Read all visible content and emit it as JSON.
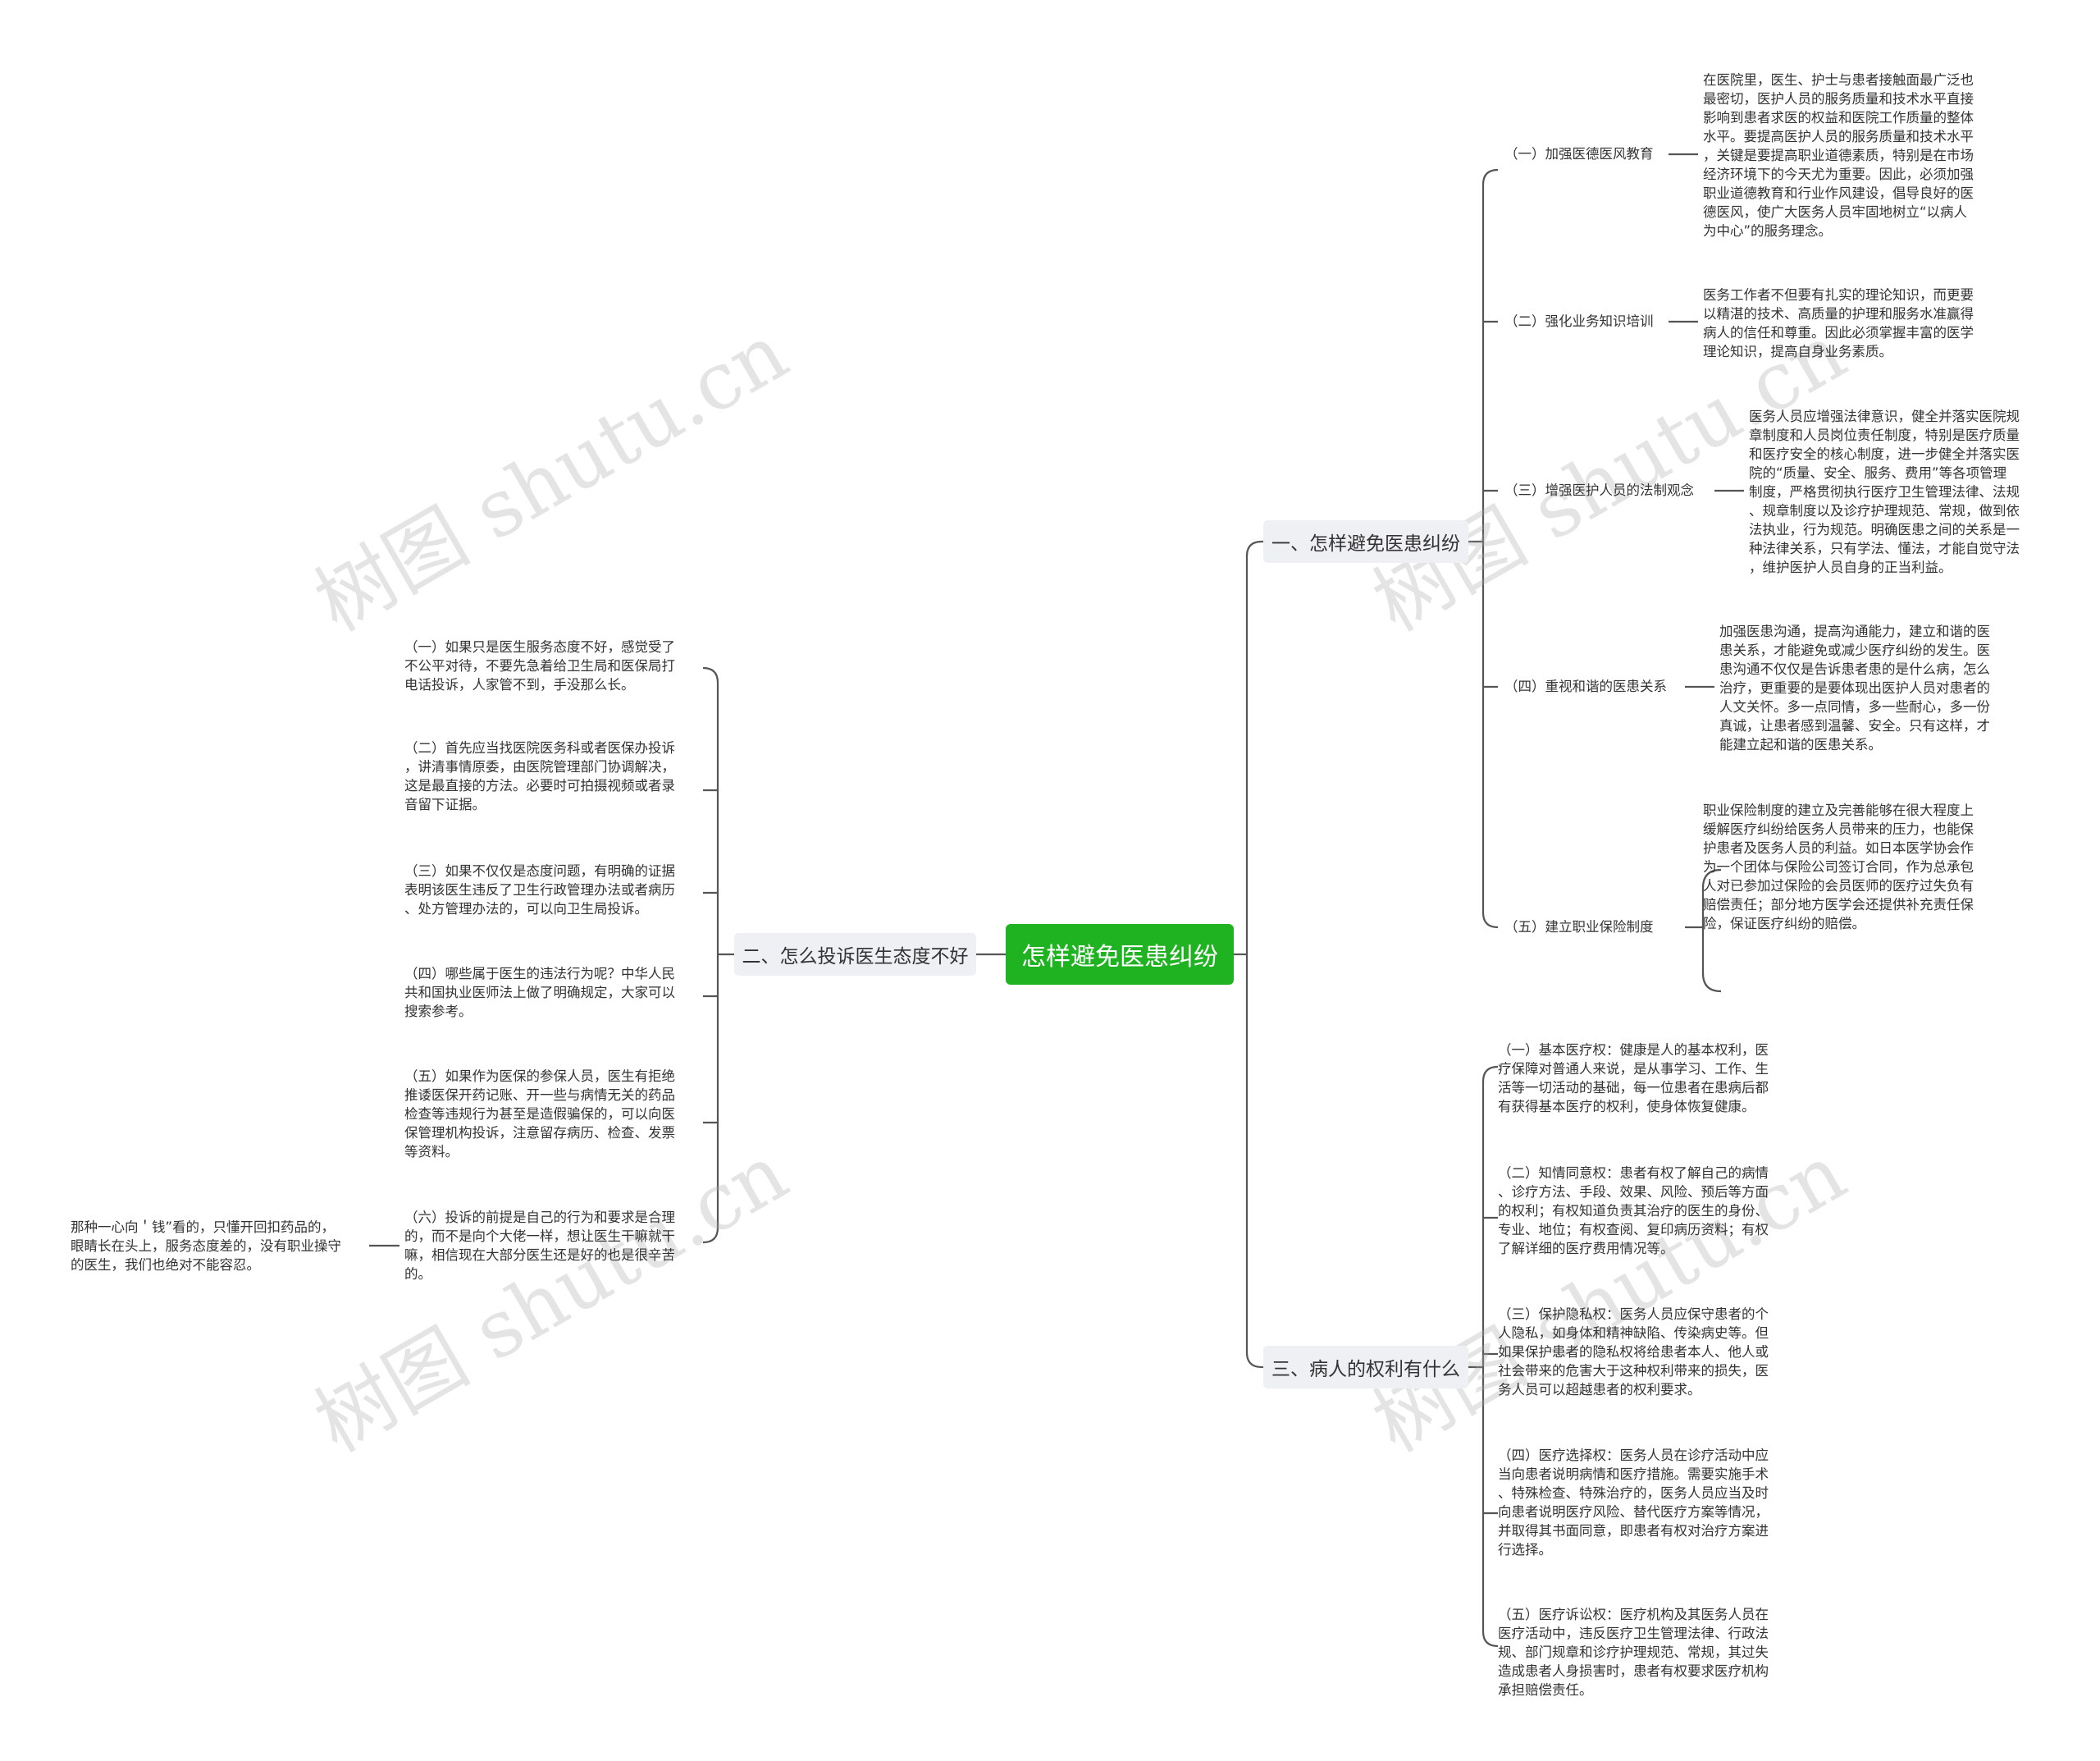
{
  "root": "怎样避免医患纠纷",
  "watermark": "树图 shutu.cn",
  "branches": {
    "b1": "一、怎样避免医患纠纷",
    "b2": "二、怎么投诉医生态度不好",
    "b3": "三、病人的权利有什么"
  },
  "b1_items": [
    {
      "label": "（一）加强医德医风教育",
      "text": "在医院里，医生、护士与患者接触面最广泛也\n最密切，医护人员的服务质量和技术水平直接\n影响到患者求医的权益和医院工作质量的整体\n水平。要提高医护人员的服务质量和技术水平\n，关键是要提高职业道德素质，特别是在市场\n经济环境下的今天尤为重要。因此，必须加强\n职业道德教育和行业作风建设，倡导良好的医\n德医风，使广大医务人员牢固地树立“以病人\n为中心”的服务理念。"
    },
    {
      "label": "（二）强化业务知识培训",
      "text": "医务工作者不但要有扎实的理论知识，而更要\n以精湛的技术、高质量的护理和服务水准赢得\n病人的信任和尊重。因此必须掌握丰富的医学\n理论知识，提高自身业务素质。"
    },
    {
      "label": "（三）增强医护人员的法制观念",
      "text": "医务人员应增强法律意识，健全并落实医院规\n章制度和人员岗位责任制度，特别是医疗质量\n和医疗安全的核心制度，进一步健全并落实医\n院的“质量、安全、服务、费用”等各项管理\n制度，严格贯彻执行医疗卫生管理法律、法规\n、规章制度以及诊疗护理规范、常规，做到依\n法执业，行为规范。明确医患之间的关系是一\n种法律关系，只有学法、懂法，才能自觉守法\n，维护医护人员自身的正当利益。"
    },
    {
      "label": "（四）重视和谐的医患关系",
      "text": "加强医患沟通，提高沟通能力，建立和谐的医\n患关系，才能避免或减少医疗纠纷的发生。医\n患沟通不仅仅是告诉患者患的是什么病，怎么\n治疗，更重要的是要体现出医护人员对患者的\n人文关怀。多一点同情，多一些耐心，多一份\n真诚，让患者感到温馨、安全。只有这样，才\n能建立起和谐的医患关系。"
    },
    {
      "label": "（五）建立职业保险制度",
      "text": "职业保险制度的建立及完善能够在很大程度上\n缓解医疗纠纷给医务人员带来的压力，也能保\n护患者及医务人员的利益。如日本医学协会作\n为一个团体与保险公司签订合同，作为总承包\n人对已参加过保险的会员医师的医疗过失负有\n赔偿责任；部分地方医学会还提供补充责任保\n险，保证医疗纠纷的赔偿。"
    }
  ],
  "b2_items": [
    "（一）如果只是医生服务态度不好，感觉受了\n不公平对待，不要先急着给卫生局和医保局打\n电话投诉，人家管不到，手没那么长。",
    "（二）首先应当找医院医务科或者医保办投诉\n，讲清事情原委，由医院管理部门协调解决，\n这是最直接的方法。必要时可拍摄视频或者录\n音留下证据。",
    "（三）如果不仅仅是态度问题，有明确的证据\n表明该医生违反了卫生行政管理办法或者病历\n、处方管理办法的，可以向卫生局投诉。",
    "（四）哪些属于医生的违法行为呢？中华人民\n共和国执业医师法上做了明确规定，大家可以\n搜索参考。",
    "（五）如果作为医保的参保人员，医生有拒绝\n推诿医保开药记账、开一些与病情无关的药品\n检查等违规行为甚至是造假骗保的，可以向医\n保管理机构投诉，注意留存病历、检查、发票\n等资料。",
    "（六）投诉的前提是自己的行为和要求是合理\n的，而不是向个大佬一样，想让医生干嘛就干\n嘛，相信现在大部分医生还是好的也是很辛苦\n的。"
  ],
  "b2_extra": "那种一心向＇钱”看的，只懂开回扣药品的，\n眼睛长在头上，服务态度差的，没有职业操守\n的医生，我们也绝对不能容忍。",
  "b3_items": [
    "（一）基本医疗权：健康是人的基本权利，医\n疗保障对普通人来说，是从事学习、工作、生\n活等一切活动的基础，每一位患者在患病后都\n有获得基本医疗的权利，使身体恢复健康。",
    "（二）知情同意权：患者有权了解自己的病情\n、诊疗方法、手段、效果、风险、预后等方面\n的权利；有权知道负责其治疗的医生的身份、\n专业、地位；有权查阅、复印病历资料；有权\n了解详细的医疗费用情况等。",
    "（三）保护隐私权：医务人员应保守患者的个\n人隐私，如身体和精神缺陷、传染病史等。但\n如果保护患者的隐私权将给患者本人、他人或\n社会带来的危害大于这种权利带来的损失，医\n务人员可以超越患者的权利要求。",
    "（四）医疗选择权：医务人员在诊疗活动中应\n当向患者说明病情和医疗措施。需要实施手术\n、特殊检查、特殊治疗的，医务人员应当及时\n向患者说明医疗风险、替代医疗方案等情况，\n并取得其书面同意，即患者有权对治疗方案进\n行选择。",
    "（五）医疗诉讼权：医疗机构及其医务人员在\n医疗活动中，违反医疗卫生管理法律、行政法\n规、部门规章和诊疗护理规范、常规，其过失\n造成患者人身损害时，患者有权要求医疗机构\n承担赔偿责任。"
  ],
  "colors": {
    "root": "#1fb322",
    "branch_bg": "#eef0f4",
    "line": "#555555"
  }
}
